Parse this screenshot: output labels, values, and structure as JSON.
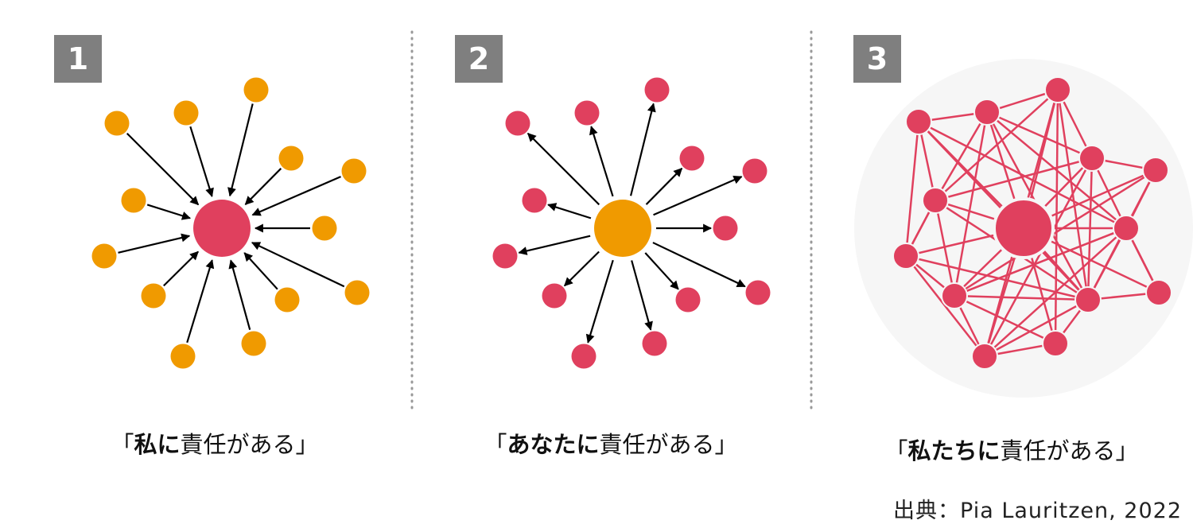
{
  "panels": [
    {
      "number": "1",
      "caption_open": "「",
      "caption_bold": "私に",
      "caption_rest": "責任がある」",
      "hub_color": "#e0405e",
      "node_color": "#f09a00",
      "flow": "inward"
    },
    {
      "number": "2",
      "caption_open": "「",
      "caption_bold": "あなたに",
      "caption_rest": "責任がある」",
      "hub_color": "#f09a00",
      "node_color": "#e0405e",
      "flow": "outward"
    },
    {
      "number": "3",
      "caption_open": "「",
      "caption_bold": "私たちに",
      "caption_rest": "責任がある」",
      "hub_color": "#e0405e",
      "node_color": "#e0405e",
      "flow": "network"
    }
  ],
  "source": "出典：Pia Lauritzen, 2022"
}
